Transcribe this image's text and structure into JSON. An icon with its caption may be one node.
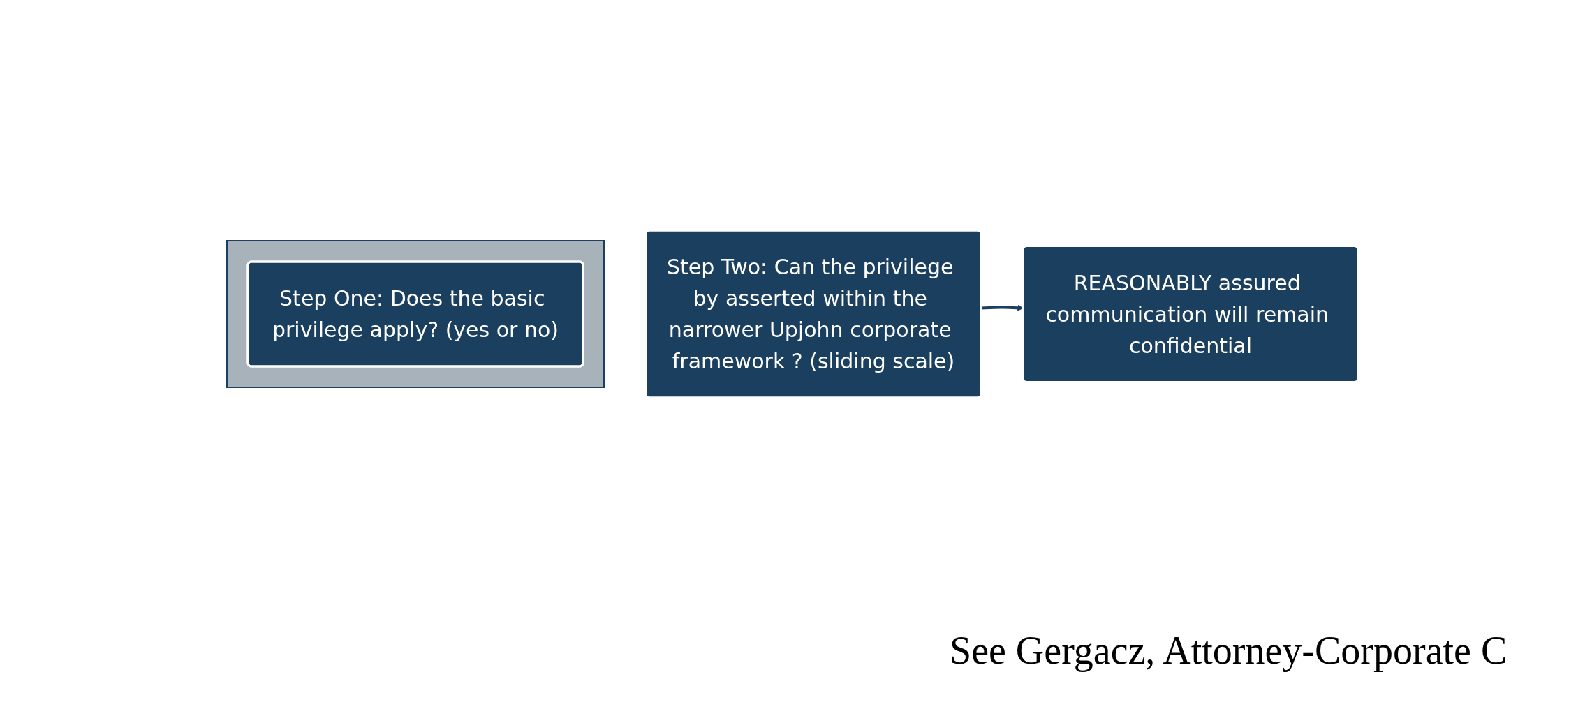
{
  "diagram": {
    "nodes": [
      {
        "text": [],
        "shape": "arrow"
      },
      {
        "text": [
          "Step One: Does the basic privilege apply? (yes or no)"
        ],
        "in": 0
      },
      {
        "text": [
          "Step Two: Can the privilege by asserted within the narrower Upjohn corporate framework ? (sliding scale)"
        ]
      },
      {
        "text": [
          "REASONABLY assured communication will remain confidential"
        ]
      }
    ],
    "edges": [
      {
        "from": 2,
        "to": 3,
        "arrow": "to"
      }
    ],
    "labels": [
      "See Gergacz, Attorney-Corporate C"
    ]
  }
}
